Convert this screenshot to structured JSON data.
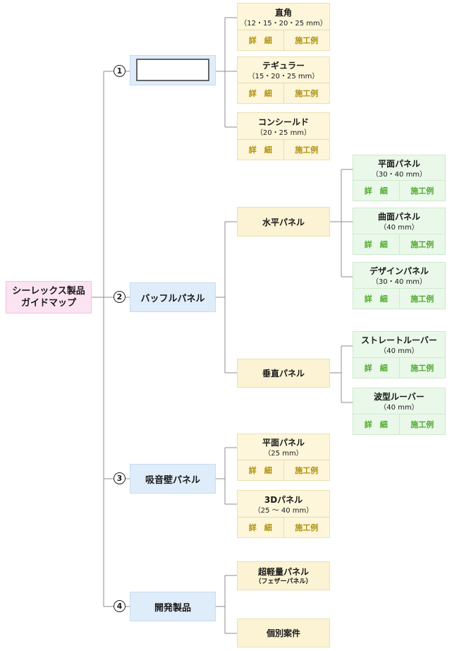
{
  "root": {
    "line1": "シーレックス製品",
    "line2": "ガイドマップ"
  },
  "categories": [
    {
      "num": "1",
      "label": ""
    },
    {
      "num": "2",
      "label": "バッフルパネル"
    },
    {
      "num": "3",
      "label": "吸音壁パネル"
    },
    {
      "num": "4",
      "label": "開発製品"
    }
  ],
  "subs": {
    "horizontal": "水平パネル",
    "vertical": "垂直パネル",
    "feather": {
      "title": "超軽量パネル",
      "sub": "（フェザーパネル）"
    },
    "custom": "個別案件"
  },
  "cards": {
    "chokkaku": {
      "title": "直角",
      "spec": "（12・15・20・25 mm）"
    },
    "tegyura": {
      "title": "テギュラー",
      "spec": "（15・20・25 mm）"
    },
    "conseal": {
      "title": "コンシールド",
      "spec": "（20・25 mm）"
    },
    "heimen": {
      "title": "平面パネル",
      "spec": "（30・40 mm）"
    },
    "kyokumen": {
      "title": "曲面パネル",
      "spec": "（40 mm）"
    },
    "design": {
      "title": "デザインパネル",
      "spec": "（30・40 mm）"
    },
    "straight": {
      "title": "ストレートルーバー",
      "spec": "（40 mm）"
    },
    "wave": {
      "title": "波型ルーバー",
      "spec": "（40 mm）"
    },
    "heimen2": {
      "title": "平面パネル",
      "spec": "（25 mm）"
    },
    "threed": {
      "title": "3Dパネル",
      "spec": "（25 ～ 40 mm）"
    }
  },
  "links": {
    "detail": "詳　細",
    "example": "施工例"
  },
  "colors": {
    "root_bg": "#fbe3f2",
    "category_bg": "#dfedfa",
    "sub_bg": "#fbf3d3",
    "green_card_bg": "#eaf8ea",
    "yellow_link": "#b0900e",
    "green_link": "#4eaa2a",
    "line": "#8c8c8c"
  }
}
